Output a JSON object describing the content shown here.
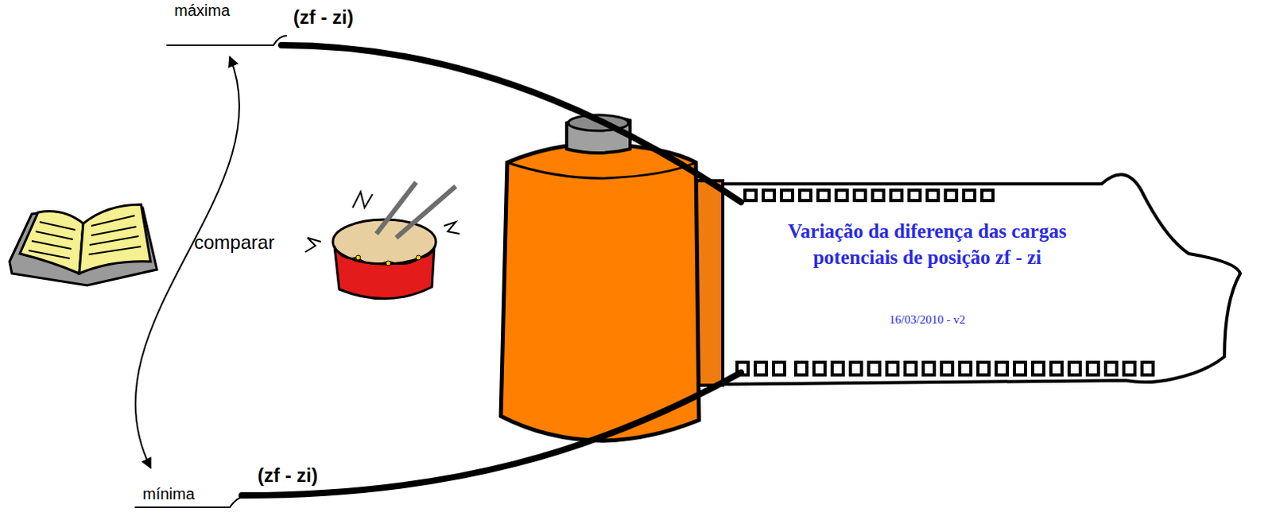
{
  "diagram": {
    "nodes": [
      {
        "text": [
          "Variação da diferença das cargas potenciais de posição zf - zi",
          "16/03/2010 - v2"
        ]
      },
      {
        "text": [
          "máxima",
          "(zf - zi)"
        ]
      },
      {
        "text": [
          "mínima",
          "(zf - zi)"
        ]
      }
    ],
    "edges": [
      {
        "from": 0,
        "to": 1,
        "arrow": "none"
      },
      {
        "from": 0,
        "to": 2,
        "arrow": "none"
      },
      {
        "from": 1,
        "to": 2,
        "arrow": "both",
        "label": "comparar"
      }
    ]
  }
}
